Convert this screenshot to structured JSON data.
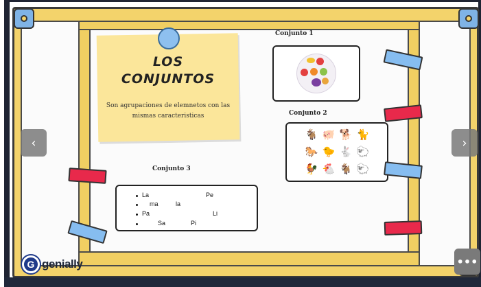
{
  "note": {
    "title": "LOS\nCONJUNTOS",
    "description": "Son agrupaciones de elemnetos con las mismas caracteristicas"
  },
  "sets": {
    "set1_label": "Conjunto 1",
    "set2_label": "Conjunto 2",
    "set3_label": "Conjunto 3"
  },
  "set3_items": [
    {
      "text": "La",
      "extra": "Pe"
    },
    {
      "text": "ma",
      "extra": "la"
    },
    {
      "text": "Pa",
      "extra": "Li"
    },
    {
      "text": "Sa",
      "extra": "Pi"
    }
  ],
  "animals": [
    "🐐",
    "🐖",
    "🐕",
    "🐈",
    "🐎",
    "🐤",
    "🐇",
    "🐑",
    "🐓",
    "🐔",
    "🐐",
    "🐑"
  ],
  "nav": {
    "prev_icon": "‹",
    "next_icon": "›",
    "more_icon": "•••"
  },
  "brand": {
    "logo_letter": "G",
    "name": "genially"
  },
  "colors": {
    "board": "#f3d36b",
    "tape_red": "#e8294b",
    "tape_blue": "#86bdf0",
    "note": "#fbe69a"
  }
}
